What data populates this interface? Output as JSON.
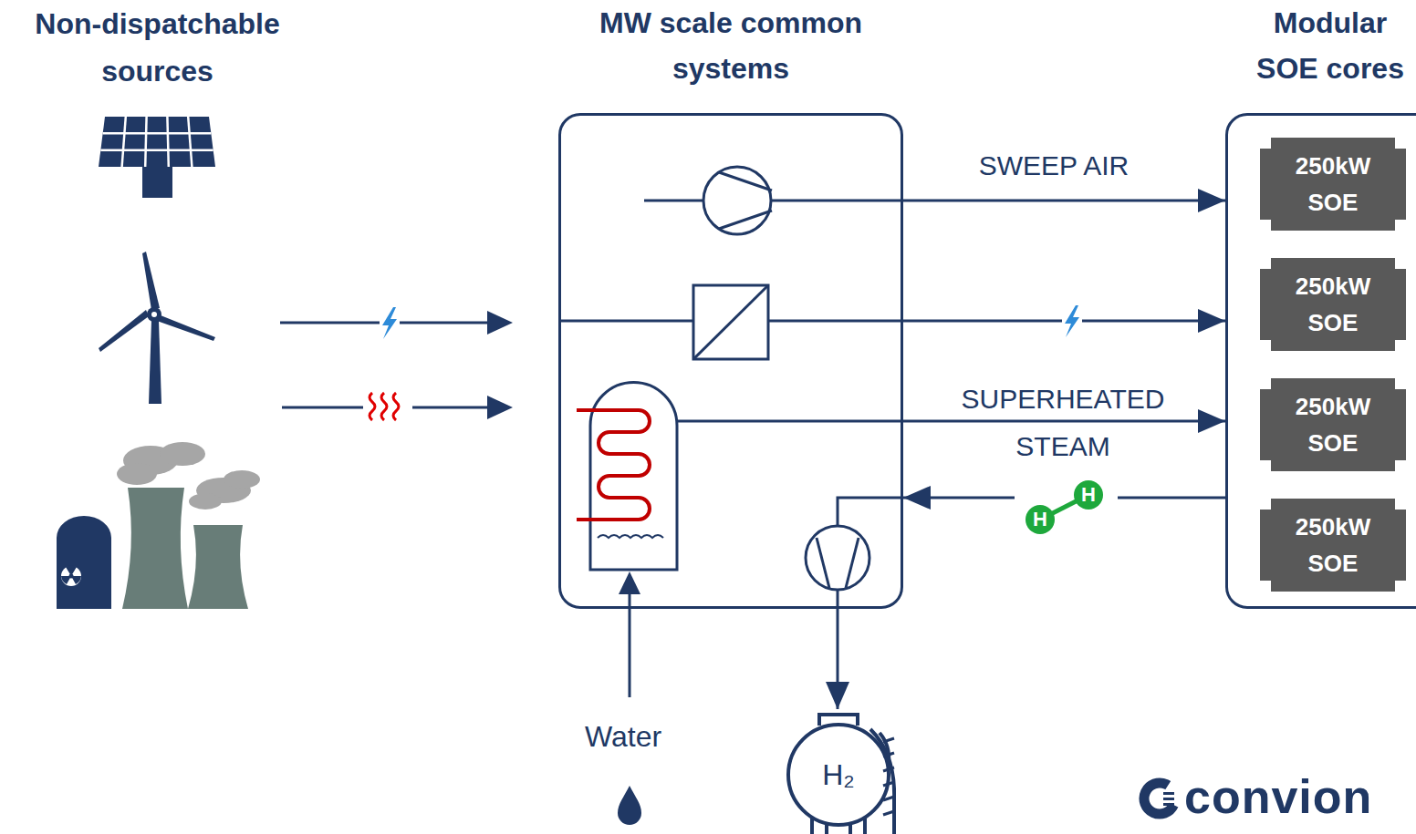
{
  "diagram": {
    "nodes": [
      {
        "text": [
          "MW scale common systems"
        ]
      },
      {
        "text": [
          "Modular SOE cores"
        ]
      },
      {
        "text": [
          "250kW SOE"
        ],
        "in": 1
      },
      {
        "text": [
          "250kW SOE"
        ],
        "in": 1
      },
      {
        "text": [
          "250kW SOE"
        ],
        "in": 1
      },
      {
        "text": [
          "250kW SOE"
        ],
        "in": 1
      },
      {
        "text": [
          "H₂"
        ]
      }
    ],
    "edges": [
      {
        "from": 0,
        "to": 1,
        "arrow": "to",
        "label": "SWEEP AIR"
      },
      {
        "from": 0,
        "to": 1,
        "arrow": "to"
      },
      {
        "from": 0,
        "to": 1,
        "arrow": "to",
        "label": "SUPERHEATED STEAM"
      },
      {
        "from": 1,
        "to": 0,
        "arrow": "to"
      },
      {
        "from": 0,
        "to": 6,
        "arrow": "to"
      }
    ],
    "labels": [
      "Non-dispatchable sources",
      "Water",
      "H",
      "H",
      "convion"
    ]
  }
}
